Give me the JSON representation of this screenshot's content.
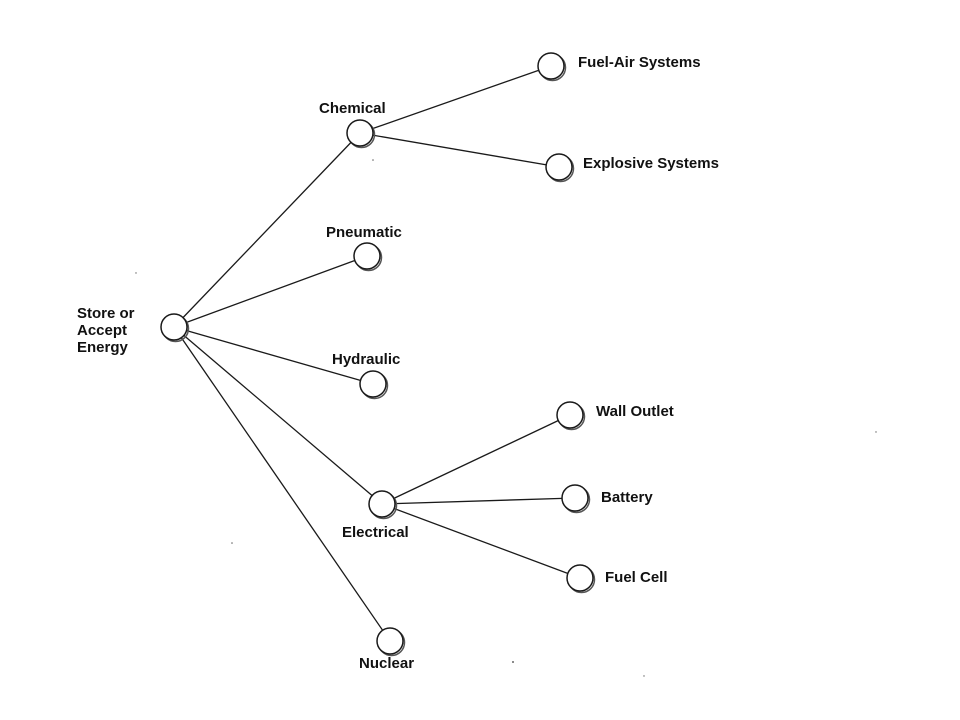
{
  "diagram": {
    "root": {
      "id": "root",
      "lines": [
        "Store or",
        "Accept",
        "Energy"
      ]
    },
    "nodes": [
      {
        "id": "chemical",
        "label": "Chemical"
      },
      {
        "id": "fuel-air",
        "label": "Fuel-Air Systems"
      },
      {
        "id": "explosive",
        "label": "Explosive Systems"
      },
      {
        "id": "pneumatic",
        "label": "Pneumatic"
      },
      {
        "id": "hydraulic",
        "label": "Hydraulic"
      },
      {
        "id": "electrical",
        "label": "Electrical"
      },
      {
        "id": "wall-outlet",
        "label": "Wall Outlet"
      },
      {
        "id": "battery",
        "label": "Battery"
      },
      {
        "id": "fuel-cell",
        "label": "Fuel Cell"
      },
      {
        "id": "nuclear",
        "label": "Nuclear"
      }
    ],
    "edges": [
      [
        "root",
        "chemical"
      ],
      [
        "root",
        "pneumatic"
      ],
      [
        "root",
        "hydraulic"
      ],
      [
        "root",
        "electrical"
      ],
      [
        "root",
        "nuclear"
      ],
      [
        "chemical",
        "fuel-air"
      ],
      [
        "chemical",
        "explosive"
      ],
      [
        "electrical",
        "wall-outlet"
      ],
      [
        "electrical",
        "battery"
      ],
      [
        "electrical",
        "fuel-cell"
      ]
    ]
  }
}
